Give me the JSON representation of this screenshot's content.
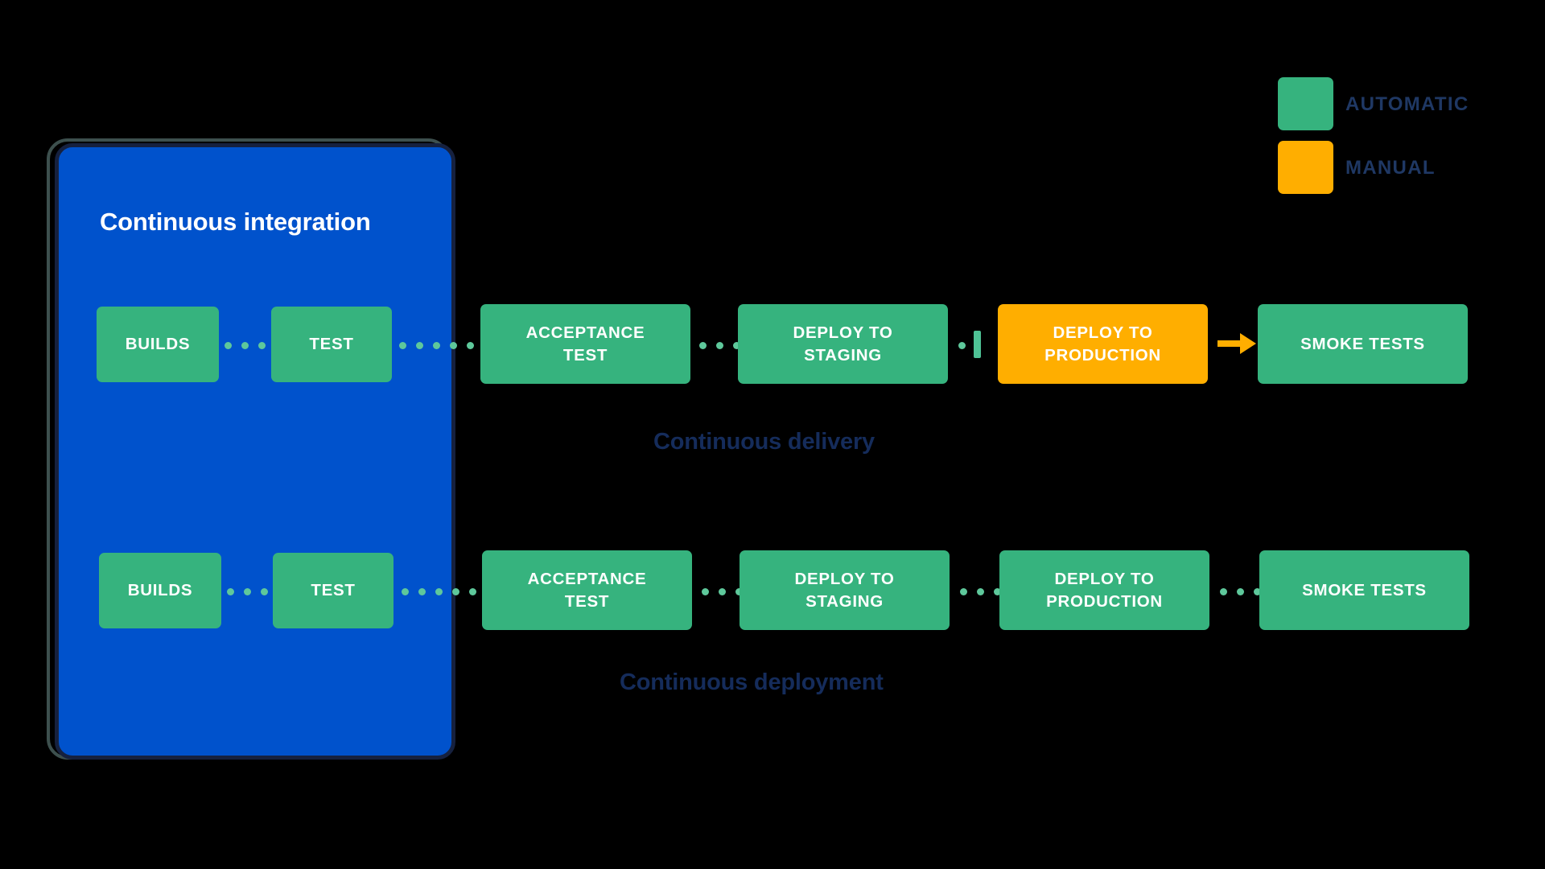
{
  "legend": {
    "items": [
      {
        "label": "AUTOMATIC",
        "color": "#36B37E",
        "swatch_name": "legend-swatch-automatic"
      },
      {
        "label": "MANUAL",
        "color": "#FFAE00",
        "swatch_name": "legend-swatch-manual"
      }
    ]
  },
  "ci_panel": {
    "title": "Continuous integration",
    "background_color": "#0052CC",
    "border_color": "#16213f"
  },
  "captions": {
    "delivery": "Continuous delivery",
    "deployment": "Continuous deployment",
    "color": "#152C5B"
  },
  "pipelines": [
    {
      "name": "continuous-delivery",
      "caption": "Continuous delivery",
      "stages": [
        {
          "label": "BUILDS",
          "type": "automatic",
          "inside_ci": true
        },
        {
          "label": "TEST",
          "type": "automatic",
          "inside_ci": true
        },
        {
          "label": "ACCEPTANCE TEST",
          "type": "automatic",
          "inside_ci": false
        },
        {
          "label": "DEPLOY TO STAGING",
          "type": "automatic",
          "inside_ci": false
        },
        {
          "label": "DEPLOY TO PRODUCTION",
          "type": "manual",
          "inside_ci": false
        },
        {
          "label": "SMOKE TESTS",
          "type": "automatic",
          "inside_ci": false
        }
      ],
      "connectors": [
        "dots",
        "dots",
        "dots",
        "stop-bar",
        "arrow"
      ]
    },
    {
      "name": "continuous-deployment",
      "caption": "Continuous deployment",
      "stages": [
        {
          "label": "BUILDS",
          "type": "automatic",
          "inside_ci": true
        },
        {
          "label": "TEST",
          "type": "automatic",
          "inside_ci": true
        },
        {
          "label": "ACCEPTANCE TEST",
          "type": "automatic",
          "inside_ci": false
        },
        {
          "label": "DEPLOY TO STAGING",
          "type": "automatic",
          "inside_ci": false
        },
        {
          "label": "DEPLOY TO PRODUCTION",
          "type": "automatic",
          "inside_ci": false
        },
        {
          "label": "SMOKE TESTS",
          "type": "automatic",
          "inside_ci": false
        }
      ],
      "connectors": [
        "dots",
        "dots",
        "dots",
        "dots",
        "dots"
      ]
    }
  ],
  "colors": {
    "automatic": "#36B37E",
    "manual": "#FFAE00",
    "dot": "#5ec89b",
    "arrow": "#FFAE00",
    "canvas": "#000000",
    "text_light": "#ffffff",
    "text_dark": "#152C5B"
  },
  "labels": {
    "row1": {
      "builds": "BUILDS",
      "test": "TEST",
      "acceptance_line1": "ACCEPTANCE",
      "acceptance_line2": "TEST",
      "staging_line1": "DEPLOY TO",
      "staging_line2": "STAGING",
      "production_line1": "DEPLOY TO",
      "production_line2": "PRODUCTION",
      "smoke": "SMOKE TESTS"
    },
    "row2": {
      "builds": "BUILDS",
      "test": "TEST",
      "acceptance_line1": "ACCEPTANCE",
      "acceptance_line2": "TEST",
      "staging_line1": "DEPLOY TO",
      "staging_line2": "STAGING",
      "production_line1": "DEPLOY TO",
      "production_line2": "PRODUCTION",
      "smoke": "SMOKE TESTS"
    }
  }
}
